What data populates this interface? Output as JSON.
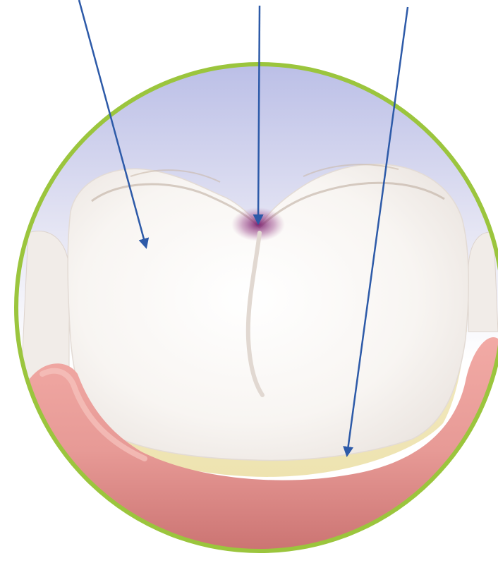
{
  "diagram": {
    "colors": {
      "background": "#ffffff",
      "ring": "#9bc53d",
      "sky_top": "#b9bde6",
      "sky_bottom": "#ffffff",
      "enamel": "#f8f5f2",
      "enamel_shadow": "#e8e1dc",
      "stain": "#7a1f6e",
      "tartar": "#eee3b0",
      "gum": "#e79a96",
      "gum_dark": "#c86f6e",
      "arrow": "#2d5aa8"
    },
    "callouts": [
      {
        "target": "tooth-enamel-surface"
      },
      {
        "target": "fissure-stain"
      },
      {
        "target": "tartar-at-gumline"
      }
    ]
  }
}
